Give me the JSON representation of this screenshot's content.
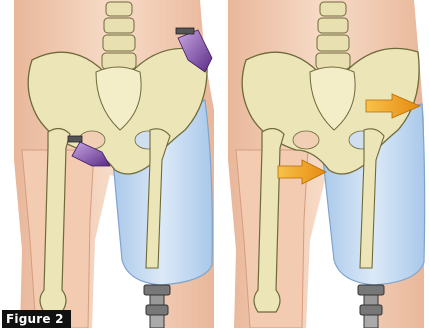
{
  "figure": {
    "caption": "Figure 2",
    "colors": {
      "skin": "#f1c9ad",
      "skin_shadow": "#e3a98a",
      "bone": "#ece5b8",
      "bone_outline": "#6e6a3a",
      "socket": "#bcd6f0",
      "socket_outline": "#7fa4cc",
      "pressure_arrow": "#7a3fa0",
      "force_arrow": "#f3a31b"
    },
    "panels": [
      {
        "name": "left-panel",
        "arrow_icon": "pressure-arrow-icon",
        "arrow_count": 2
      },
      {
        "name": "right-panel",
        "arrow_icon": "force-arrow-icon",
        "arrow_count": 2
      }
    ]
  }
}
